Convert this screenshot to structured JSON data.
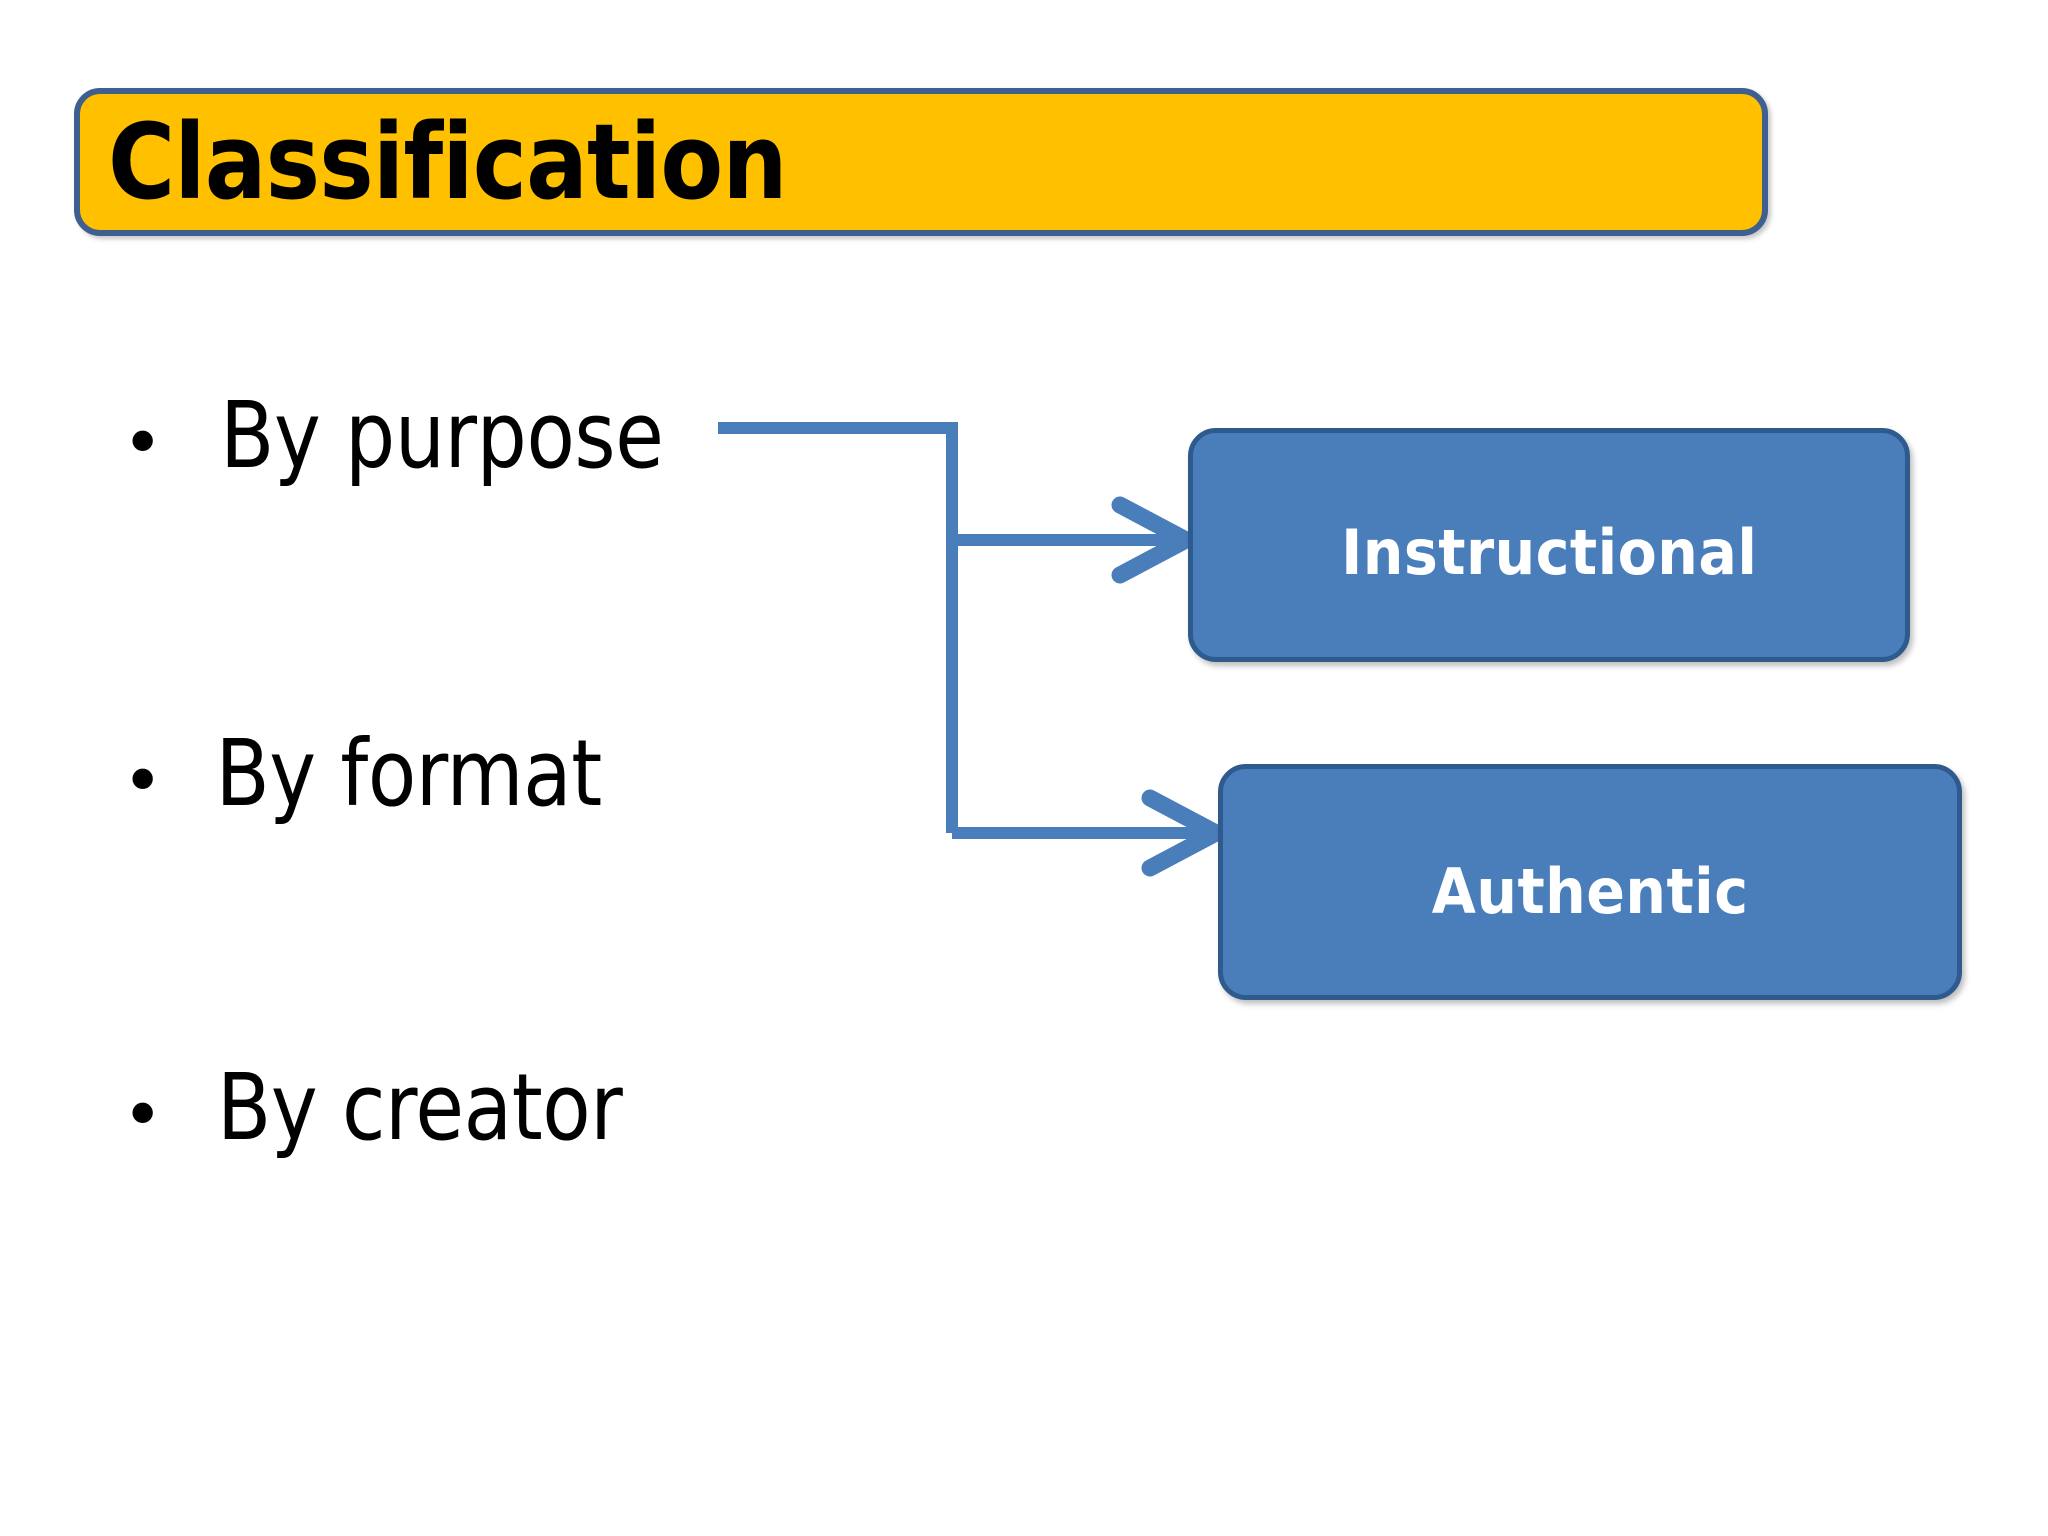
{
  "slide": {
    "title": "Classification",
    "background_color": "#ffffff"
  },
  "title_banner": {
    "text": "Classification",
    "fill_color": "#ffc000",
    "border_color": "#3e5f8f",
    "text_color": "#000000"
  },
  "bullets": [
    {
      "marker": "•",
      "label": "By purpose"
    },
    {
      "marker": "•",
      "label": "By format"
    },
    {
      "marker": "•",
      "label": "By creator"
    }
  ],
  "flow": {
    "source_bullet": "By purpose",
    "connector_color": "#4a7ebb",
    "boxes": [
      {
        "label": "Instructional",
        "fill_color": "#4a7ebb",
        "border_color": "#2e5a8e",
        "text_color": "#ffffff"
      },
      {
        "label": "Authentic",
        "fill_color": "#4a7ebb",
        "border_color": "#2e5a8e",
        "text_color": "#ffffff"
      }
    ]
  }
}
